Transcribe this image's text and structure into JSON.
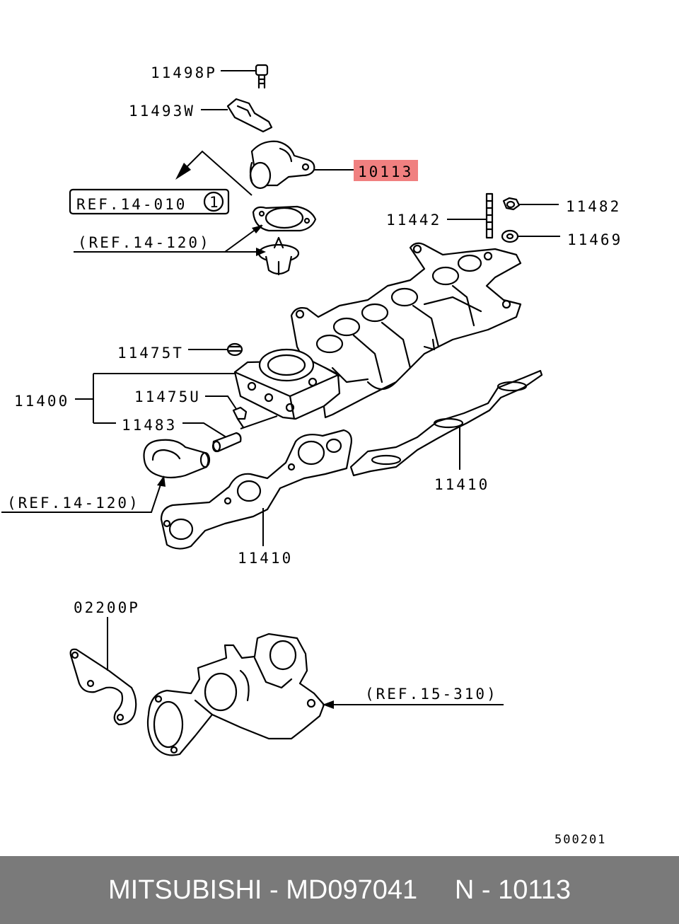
{
  "labels": {
    "p11498P": "11498P",
    "p11493W": "11493W",
    "p10113": "10113",
    "ref14_010": "REF.14-010",
    "ref14_010_circle": "1",
    "ref14_120_top": "(REF.14-120)",
    "p11442": "11442",
    "p11482": "11482",
    "p11469": "11469",
    "p11475T": "11475T",
    "p11400": "11400",
    "p11475U": "11475U",
    "p11483": "11483",
    "ref14_120_bottom": "(REF.14-120)",
    "p11410_right": "11410",
    "p11410_left": "11410",
    "p02200P": "02200P",
    "ref15_310": "(REF.15-310)",
    "diagram_code": "500201"
  },
  "highlight_color": "#f08080",
  "footer": {
    "text": "MITSUBISHI - MD097041     N - 10113"
  }
}
